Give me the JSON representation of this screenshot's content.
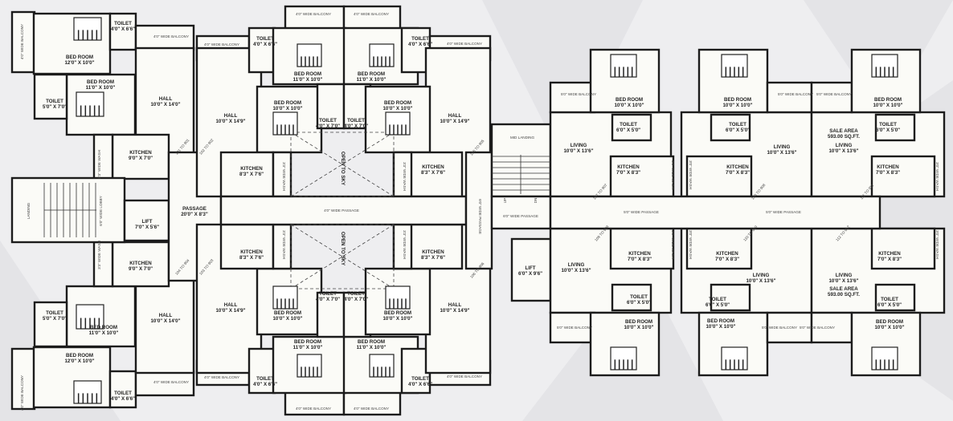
{
  "title": "",
  "labels": [
    {
      "name": "4'0\" WIDE BALCONY",
      "size": ""
    },
    {
      "name": "BED ROOM",
      "size": "12'0\" X 10'0\""
    },
    {
      "name": "TOILET",
      "size": "4'0\" X 6'6\""
    },
    {
      "name": "4'0\" WIDE BALCONY",
      "size": ""
    },
    {
      "name": "BED ROOM",
      "size": "11'0\" X 10'0\""
    },
    {
      "name": "TOILET",
      "size": "5'0\" X 7'0\""
    },
    {
      "name": "HALL",
      "size": "10'0\" X 14'0\""
    },
    {
      "name": "KITCHEN",
      "size": "9'0\" X 7'0\""
    },
    {
      "name": "3'3\" WIDE WASH",
      "size": ""
    },
    {
      "name": "101 TO 901",
      "size": ""
    },
    {
      "name": "102 TO 902",
      "size": ""
    },
    {
      "name": "LANDING",
      "size": ""
    },
    {
      "name": "6'0\" WIDE LOBBY",
      "size": ""
    },
    {
      "name": "LIFT",
      "size": "7'0\" X 5'6\""
    },
    {
      "name": "PASSAGE",
      "size": "20'0\" X 8'3\""
    },
    {
      "name": "KITCHEN",
      "size": "9'0\" X 7'0\""
    },
    {
      "name": "3'3\" WIDE WASH",
      "size": ""
    },
    {
      "name": "BED ROOM",
      "size": "11'0\" X 10'0\""
    },
    {
      "name": "TOILET",
      "size": "5'0\" X 7'0\""
    },
    {
      "name": "HALL",
      "size": "10'0\" X 14'0\""
    },
    {
      "name": "BED ROOM",
      "size": "12'0\" X 10'0\""
    },
    {
      "name": "4'0\" WIDE BALCONY",
      "size": ""
    },
    {
      "name": "4'0\" WIDE BALCONY",
      "size": ""
    },
    {
      "name": "TOILET",
      "size": "4'0\" X 6'6\""
    },
    {
      "name": "104 TO 904",
      "size": ""
    },
    {
      "name": "103 TO 903",
      "size": ""
    },
    {
      "name": "4'0\" WIDE BALCONY",
      "size": ""
    },
    {
      "name": "TOILET",
      "size": "4'0\" X 6'6\""
    },
    {
      "name": "HALL",
      "size": "10'0\" X 14'9\""
    },
    {
      "name": "BED ROOM",
      "size": "10'0\" X 10'0\""
    },
    {
      "name": "KITCHEN",
      "size": "8'3\" X 7'6\""
    },
    {
      "name": "3'3\" WIDE WASH",
      "size": ""
    },
    {
      "name": "4'0\" WIDE BALCONY",
      "size": ""
    },
    {
      "name": "4'0\" WIDE BALCONY",
      "size": ""
    },
    {
      "name": "BED ROOM",
      "size": "11'0\" X 10'0\""
    },
    {
      "name": "BED ROOM",
      "size": "11'0\" X 10'0\""
    },
    {
      "name": "TOILET",
      "size": "4'0\" X 7'0\""
    },
    {
      "name": "TOILET",
      "size": "4'0\" X 7'0\""
    },
    {
      "name": "OPEN TO SKY",
      "size": ""
    },
    {
      "name": "TOILET",
      "size": "4'0\" X 6'6\""
    },
    {
      "name": "4'0\" WIDE BALCONY",
      "size": ""
    },
    {
      "name": "BED ROOM",
      "size": "10'0\" X 10'0\""
    },
    {
      "name": "HALL",
      "size": "10'0\" X 14'9\""
    },
    {
      "name": "KITCHEN",
      "size": "8'3\" X 7'6\""
    },
    {
      "name": "3'3\" WIDE WASH",
      "size": ""
    },
    {
      "name": "105 TO 905",
      "size": ""
    },
    {
      "name": "4'0\" WIDE PASSAGE",
      "size": ""
    },
    {
      "name": "6'0\" WIDE PASSAGE",
      "size": ""
    },
    {
      "name": "KITCHEN",
      "size": "8'3\" X 7'6\""
    },
    {
      "name": "3'3\" WIDE WASH",
      "size": ""
    },
    {
      "name": "HALL",
      "size": "10'0\" X 14'9\""
    },
    {
      "name": "BED ROOM",
      "size": "10'0\" X 10'0\""
    },
    {
      "name": "TOILET",
      "size": "4'0\" X 7'0\""
    },
    {
      "name": "TOILET",
      "size": "4'0\" X 7'0\""
    },
    {
      "name": "OPEN TO SKY",
      "size": ""
    },
    {
      "name": "BED ROOM",
      "size": "11'0\" X 10'0\""
    },
    {
      "name": "BED ROOM",
      "size": "11'0\" X 10'0\""
    },
    {
      "name": "TOILET",
      "size": "4'0\" X 6'6\""
    },
    {
      "name": "4'0\" WIDE BALCONY",
      "size": ""
    },
    {
      "name": "4'0\" WIDE BALCONY",
      "size": ""
    },
    {
      "name": "4'0\" WIDE BALCONY",
      "size": ""
    },
    {
      "name": "KITCHEN",
      "size": "8'3\" X 7'6\""
    },
    {
      "name": "3'3\" WIDE WASH",
      "size": ""
    },
    {
      "name": "HALL",
      "size": "10'0\" X 14'9\""
    },
    {
      "name": "BED ROOM",
      "size": "10'0\" X 10'0\""
    },
    {
      "name": "TOILET",
      "size": "4'0\" X 6'6\""
    },
    {
      "name": "4'0\" WIDE BALCONY",
      "size": ""
    },
    {
      "name": "106 TO 906",
      "size": ""
    },
    {
      "name": "MID LANDING",
      "size": ""
    },
    {
      "name": "UP",
      "size": ""
    },
    {
      "name": "DN",
      "size": ""
    },
    {
      "name": "6'0\" WIDE PASSAGE",
      "size": ""
    },
    {
      "name": "LIFT",
      "size": "6'0\" X 9'6\""
    },
    {
      "name": "5'0\" WIDE BALCONY",
      "size": ""
    },
    {
      "name": "BED ROOM",
      "size": "10'0\" X 10'0\""
    },
    {
      "name": "TOILET",
      "size": "6'0\" X 5'0\""
    },
    {
      "name": "LIVING",
      "size": "10'0\" X 13'6\""
    },
    {
      "name": "KITCHEN",
      "size": "7'0\" X 8'3\""
    },
    {
      "name": "3'0\" WIDE WASH",
      "size": ""
    },
    {
      "name": "107 TO 907",
      "size": ""
    },
    {
      "name": "BED ROOM",
      "size": "10'0\" X 10'0\""
    },
    {
      "name": "TOILET",
      "size": "6'0\" X 5'0\""
    },
    {
      "name": "KITCHEN",
      "size": "7'0\" X 8'3\""
    },
    {
      "name": "3'0\" WIDE WASH",
      "size": ""
    },
    {
      "name": "LIVING",
      "size": "10'0\" X 13'6\""
    },
    {
      "name": "5'0\" WIDE BALCONY",
      "size": ""
    },
    {
      "name": "108 TO 908",
      "size": ""
    },
    {
      "name": "5'0\" WIDE BALCONY",
      "size": ""
    },
    {
      "name": "SALE AREA",
      "size": "593.00 SQ.FT."
    },
    {
      "name": "LIVING",
      "size": "10'0\" X 13'6\""
    },
    {
      "name": "BED ROOM",
      "size": "10'0\" X 10'0\""
    },
    {
      "name": "TOILET",
      "size": "6'0\" X 5'0\""
    },
    {
      "name": "KITCHEN",
      "size": "7'0\" X 8'3\""
    },
    {
      "name": "3'0\" WIDE WASH",
      "size": ""
    },
    {
      "name": "111 TO 911",
      "size": ""
    },
    {
      "name": "5'0\" WIDE PASSAGE",
      "size": ""
    },
    {
      "name": "5'0\" WIDE PASSAGE",
      "size": ""
    },
    {
      "name": "KITCHEN",
      "size": "7'0\" X 8'3\""
    },
    {
      "name": "3'0\" WIDE WASH",
      "size": ""
    },
    {
      "name": "LIVING",
      "size": "10'0\" X 13'6\""
    },
    {
      "name": "TOILET",
      "size": "6'0\" X 5'0\""
    },
    {
      "name": "BED ROOM",
      "size": "10'0\" X 10'0\""
    },
    {
      "name": "5'0\" WIDE BALCONY",
      "size": ""
    },
    {
      "name": "109 TO 909",
      "size": ""
    },
    {
      "name": "KITCHEN",
      "size": "7'0\" X 8'3\""
    },
    {
      "name": "3'0\" WIDE WASH",
      "size": ""
    },
    {
      "name": "LIVING",
      "size": "10'0\" X 13'6\""
    },
    {
      "name": "TOILET",
      "size": "6'0\" X 5'0\""
    },
    {
      "name": "BED ROOM",
      "size": "10'0\" X 10'0\""
    },
    {
      "name": "5'0\" WIDE BALCONY",
      "size": ""
    },
    {
      "name": "110 TO 910",
      "size": ""
    },
    {
      "name": "5'0\" WIDE BALCONY",
      "size": ""
    },
    {
      "name": "LIVING",
      "size": "10'0\" X 13'6\""
    },
    {
      "name": "SALE AREA",
      "size": "593.00 SQ.FT."
    },
    {
      "name": "TOILET",
      "size": "6'0\" X 5'0\""
    },
    {
      "name": "BED ROOM",
      "size": "10'0\" X 10'0\""
    },
    {
      "name": "KITCHEN",
      "size": "7'0\" X 8'3\""
    },
    {
      "name": "3'0\" WIDE WASH",
      "size": ""
    },
    {
      "name": "112 TO 912",
      "size": ""
    }
  ],
  "colors": {
    "background": "#eeeef0",
    "wall": "#1c1c1c",
    "floor": "#fbfbf7"
  }
}
